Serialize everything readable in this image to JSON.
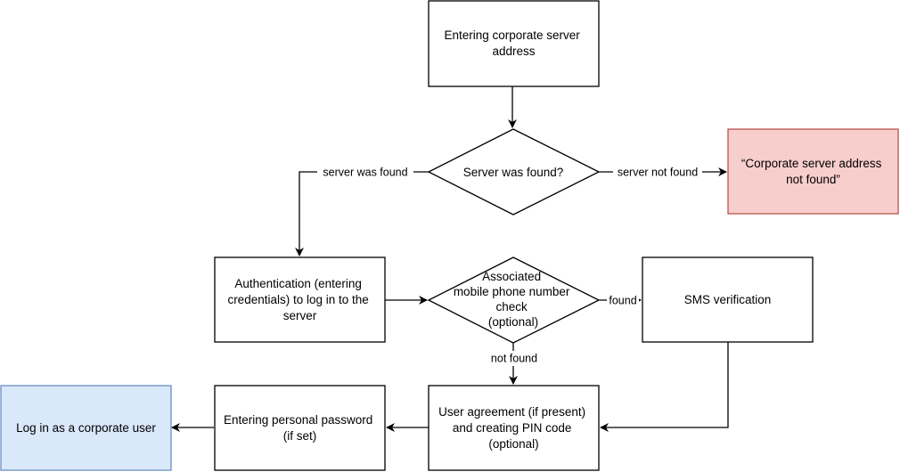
{
  "nodes": {
    "enter_address": {
      "lines": [
        "Entering corporate server",
        "address"
      ],
      "shape": "rect"
    },
    "server_found_decision": {
      "lines": [
        "Server was found?"
      ],
      "shape": "diamond"
    },
    "address_not_found": {
      "lines": [
        "“Corporate server address",
        "not found”"
      ],
      "shape": "rect",
      "fill": "#f8cecc",
      "stroke": "#b85450"
    },
    "authentication": {
      "lines": [
        "Authentication (entering",
        "credentials) to log in to the",
        "server"
      ],
      "shape": "rect"
    },
    "phone_check": {
      "lines": [
        "Associated",
        "mobile phone number",
        "check",
        "(optional)"
      ],
      "shape": "diamond"
    },
    "sms_verification": {
      "lines": [
        "SMS verification"
      ],
      "shape": "rect"
    },
    "user_agreement": {
      "lines": [
        "User agreement (if present)",
        "and creating PIN code",
        "(optional)"
      ],
      "shape": "rect"
    },
    "personal_password": {
      "lines": [
        "Entering personal password",
        "(if set)"
      ],
      "shape": "rect"
    },
    "corporate_login": {
      "lines": [
        "Log in as a corporate user"
      ],
      "shape": "rect",
      "fill": "#dae8fc",
      "stroke": "#6c8ebf"
    }
  },
  "edges": {
    "server_found": "server was found",
    "server_not_found": "server not found",
    "phone_found": "found",
    "phone_not_found": "not found"
  },
  "colors": {
    "stroke": "#000000",
    "default_fill": "#ffffff"
  }
}
